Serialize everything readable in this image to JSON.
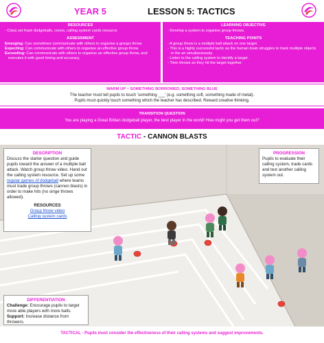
{
  "header": {
    "year": "YEAR 5",
    "lesson": "LESSON 5: TACTICS"
  },
  "resources": {
    "title": "RESOURCES",
    "items": [
      "Class set foam dodgeballs, cones, calling system cards resource"
    ]
  },
  "assessment": {
    "title": "ASSESSMENT",
    "items": [
      {
        "label": "Emerging:",
        "text": " Can sometimes communicate with others to organise a groups throw."
      },
      {
        "label": "Expecting:",
        "text": " Can communicate with others to organise an effective group throw."
      },
      {
        "label": "Exceeding:",
        "text": " Can communicate with others to organise an effective group throw, and executes it with good timing and accuracy."
      }
    ]
  },
  "learning_objective": {
    "title": "LEARNING OBJECTIVE",
    "items": [
      "Develop a system to organise group throws."
    ]
  },
  "teaching_points": {
    "title": "TEACHING POINTS",
    "items": [
      "A group throw is a multiple ball attack on one target.",
      "This is a highly successful tactic as the human brain struggles to track multiple objects in the air simultaneously.",
      "Listen to the calling system to identify a target.",
      "Time throws so they hit the target together."
    ]
  },
  "warm_up": {
    "title": "WARM UP – SOMETHING BORROWED, SOMETHING BLUE",
    "lines": [
      "The teacher must tell pupils to touch 'something ___' (e.g. something soft, something made of metal).",
      "Pupils must quickly touch something which the teacher has described. Reward creative thinking."
    ]
  },
  "transition": {
    "title": "TRANSITION QUESTION",
    "text": "You are playing a Great Britian dodgeball player, the best player in the world! How might you get them out?"
  },
  "tactic": {
    "label": "TACTIC",
    "sep": " - ",
    "name": "CANNON BLASTS"
  },
  "description": {
    "title": "DESCRIPTION",
    "text1": "Discuss the starter question and guide pupils toward the answer of a multiple ball attack. Watch group throw video. Hand out the calling system resource. Set up some ",
    "link1": "regular games of dodgeball",
    "text2": " where teams must trade group throws (cannon blasts) in order to make hits (no singe throws allowed).",
    "resources_title": "RESOURCES",
    "links": [
      "Group throw video",
      "Calling system cards"
    ]
  },
  "progression": {
    "title": "PROGRESSION",
    "text": "Pupils to evaluate their calling system, trade cards and test another calling system out."
  },
  "differentiation": {
    "title": "DIFFERENTIATION",
    "challenge_label": "Challenge:",
    "challenge_text": " Encourage pupils to target more able players with more balls.",
    "support_label": "Support:",
    "support_text": " Increase distance from throwers."
  },
  "footer": {
    "text": "TACTICAL - Pupils must consider the effectiveness of their calling systems and suggest improvements."
  },
  "colors": {
    "accent": "#e81dd6",
    "floor": "#f0eeea",
    "wall": "#ddd9d2",
    "ball": "#e8443a"
  }
}
